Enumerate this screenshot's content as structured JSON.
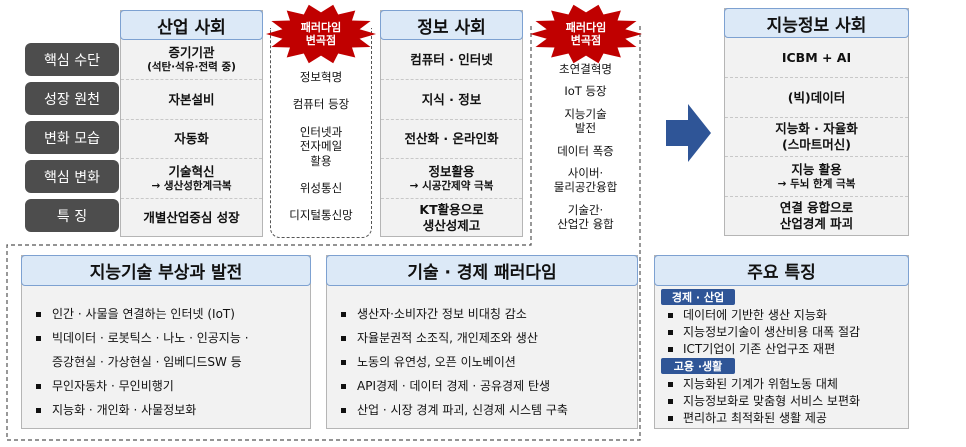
{
  "row_labels": [
    "핵심 수단",
    "성장 원천",
    "변화 모습",
    "핵심 변화",
    "특  징"
  ],
  "industrial": {
    "title": "산업 사회",
    "cells": [
      [
        "증기기관",
        "(석탄·석유·전력 중)"
      ],
      [
        "자본설비",
        ""
      ],
      [
        "자동화",
        ""
      ],
      [
        "기술혁신",
        "→ 생산성한계극복"
      ],
      [
        "개별산업중심 성장",
        ""
      ]
    ]
  },
  "shift1": {
    "badge": "패러다임\n변곡점",
    "items": [
      "정보혁명",
      "컴퓨터 등장",
      "인터넷과\n전자메일\n활용",
      "위성통신",
      "디지털통신망"
    ]
  },
  "information": {
    "title": "정보 사회",
    "cells": [
      [
        "컴퓨터 · 인터넷",
        ""
      ],
      [
        "지식 · 정보",
        ""
      ],
      [
        "전산화 · 온라인화",
        ""
      ],
      [
        "정보활용",
        "→ 시공간제약 극복"
      ],
      [
        "KT활용으로\n생산성제고",
        ""
      ]
    ]
  },
  "shift2": {
    "badge": "패러다임\n변곡점",
    "items": [
      "초연결혁명",
      "IoT 등장",
      "지능기술\n발전",
      "데이터 폭증",
      "사이버·\n물리공간융합",
      "기술간·\n산업간 융합"
    ]
  },
  "intelligent": {
    "title": "지능정보 사회",
    "cells": [
      [
        "ICBM + AI",
        ""
      ],
      [
        "(빅)데이터",
        ""
      ],
      [
        "지능화 · 자율화\n(스마트머신)",
        ""
      ],
      [
        "지능 활용",
        "→ 두뇌 한계 극복"
      ],
      [
        "연결 융합으로\n산업경계 파괴",
        ""
      ]
    ]
  },
  "tech_rise": {
    "title": "지능기술 부상과 발전",
    "items": [
      {
        "t": "인간 · 사물을 연결하는 인터넷 (IoT)",
        "b": true
      },
      {
        "t": "빅데이터 · 로봇틱스 · 나노 · 인공지능 ·",
        "b": true
      },
      {
        "t": "증강현실 · 가상현실 · 임베디드SW 등",
        "b": false
      },
      {
        "t": "무인자동차 · 무인비행기",
        "b": true
      },
      {
        "t": "지능화 · 개인화 · 사물정보화",
        "b": true
      }
    ]
  },
  "paradigm": {
    "title": "기술 · 경제 패러다임",
    "items": [
      "생산자·소비자간 정보 비대칭 감소",
      "자율분권적 소조직, 개인제조와 생산",
      "노동의 유연성, 오픈 이노베이션",
      "API경제 · 데이터 경제 · 공유경제 탄생",
      "산업 · 시장 경계 파괴, 신경제 시스템 구축"
    ]
  },
  "features": {
    "title": "주요 특징",
    "groups": [
      {
        "tag": "경제 · 산업",
        "items": [
          "데이터에 기반한 생산 지능화",
          "지능정보기술이 생산비용 대폭 절감",
          "ICT기업이 기존 산업구조 재편"
        ]
      },
      {
        "tag": "고용 ·생활",
        "items": [
          "지능화된 기계가 위험노동 대체",
          "지능정보화로 맞춤형 서비스 보편화",
          "편리하고 최적화된 생활 제공"
        ]
      }
    ]
  },
  "colors": {
    "label_bg": "#4d4d4d",
    "header_bg": "#dce9f7",
    "badge": "#c00000",
    "arrow": "#2f5597",
    "tag": "#2f5597"
  }
}
